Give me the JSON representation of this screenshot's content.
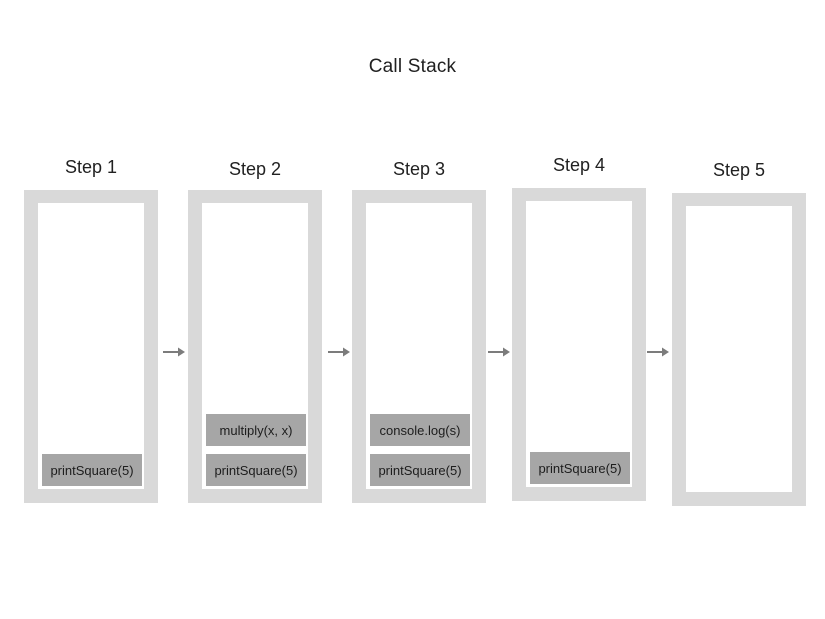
{
  "title": "Call Stack",
  "colors": {
    "background": "#ffffff",
    "frame_outer": "#d9d9d9",
    "frame_inner": "#ffffff",
    "stack_box": "#a6a6a6",
    "stack_box_text": "#1d1d1d",
    "label_text": "#212121",
    "arrow": "#7c7c7c"
  },
  "steps": [
    {
      "label": "Step 1",
      "frames": [
        "printSquare(5)"
      ]
    },
    {
      "label": "Step 2",
      "frames": [
        "multiply(x, x)",
        "printSquare(5)"
      ]
    },
    {
      "label": "Step 3",
      "frames": [
        "console.log(s)",
        "printSquare(5)"
      ]
    },
    {
      "label": "Step 4",
      "frames": [
        "printSquare(5)"
      ]
    },
    {
      "label": "Step 5",
      "frames": []
    }
  ]
}
